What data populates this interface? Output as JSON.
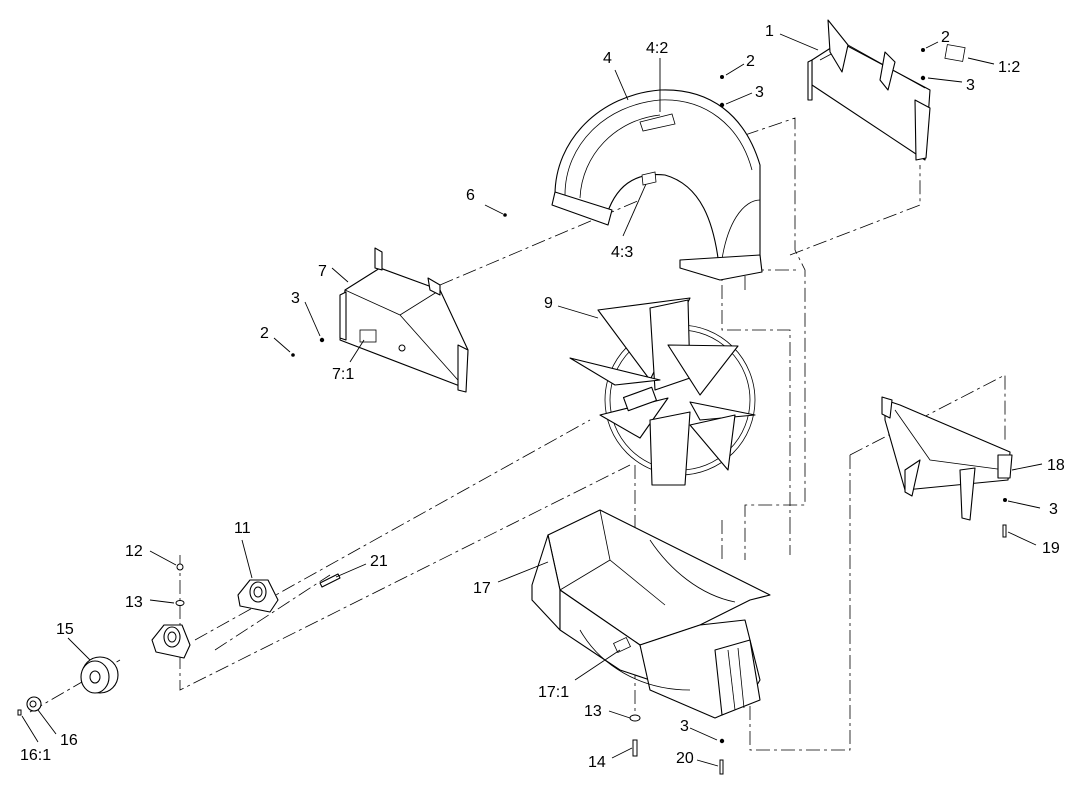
{
  "diagram": {
    "labels": {
      "l1": "1",
      "l2a": "2",
      "l1_2": "1:2",
      "l3a": "3",
      "l2b": "2",
      "l3b": "3",
      "l4": "4",
      "l4_2": "4:2",
      "l4_3": "4:3",
      "l6": "6",
      "l7": "7",
      "l3c": "3",
      "l2c": "2",
      "l7_1": "7:1",
      "l9": "9",
      "l18": "18",
      "l3d": "3",
      "l19": "19",
      "l11": "11",
      "l12": "12",
      "l13a": "13",
      "l21": "21",
      "l15": "15",
      "l16": "16",
      "l16_1": "16:1",
      "l17": "17",
      "l17_1": "17:1",
      "l13b": "13",
      "l14": "14",
      "l3e": "3",
      "l20": "20"
    }
  }
}
